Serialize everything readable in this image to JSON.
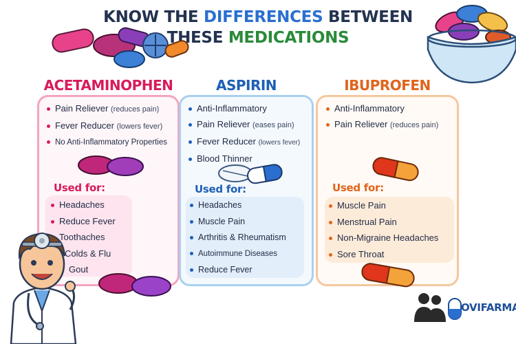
{
  "title": {
    "line1_pre": "KNOW THE ",
    "line1_hl": "DIFFERENCES",
    "line1_post": " BETWEEN",
    "line2_pre": "THESE ",
    "line2_hl": "MEDICATIONS"
  },
  "colors": {
    "acetaminophen": "#d81b5c",
    "aspirin": "#1d5fb5",
    "ibuprofen": "#e0641c"
  },
  "acetaminophen": {
    "name": "ACETAMINOPHEN",
    "props": [
      {
        "main": "Pain Reliever",
        "sub": "(reduces pain)"
      },
      {
        "main": "Fever Reducer",
        "sub": "(lowers fever)"
      },
      {
        "main": "No Anti-Inflammatory Properties",
        "sub": ""
      }
    ],
    "used_for_label": "Used for:",
    "uses": [
      "Headaches",
      "Reduce Fever",
      "Toothaches",
      "Colds & Flu",
      "Gout"
    ]
  },
  "aspirin": {
    "name": "ASPIRIN",
    "props": [
      {
        "main": "Anti-Inflammatory",
        "sub": ""
      },
      {
        "main": "Pain Reliever",
        "sub": "(eases pain)"
      },
      {
        "main": "Fever Reducer",
        "sub": "(lowers fever)"
      },
      {
        "main": "Blood Thinner",
        "sub": ""
      }
    ],
    "used_for_label": "Used for:",
    "uses": [
      "Headaches",
      "Muscle Pain",
      "Arthritis & Rheumatism",
      "Autoimmune Diseases",
      "Reduce Fever"
    ]
  },
  "ibuprofen": {
    "name": "IBUPROFEN",
    "props": [
      {
        "main": "Anti-Inflammatory",
        "sub": ""
      },
      {
        "main": "Pain Reliever",
        "sub": "(reduces pain)"
      }
    ],
    "used_for_label": "Used for:",
    "uses": [
      "Muscle Pain",
      "Menstrual Pain",
      "Non-Migraine Headaches",
      "Sore Throat"
    ]
  },
  "brand": {
    "name": "OVIFARMA"
  }
}
